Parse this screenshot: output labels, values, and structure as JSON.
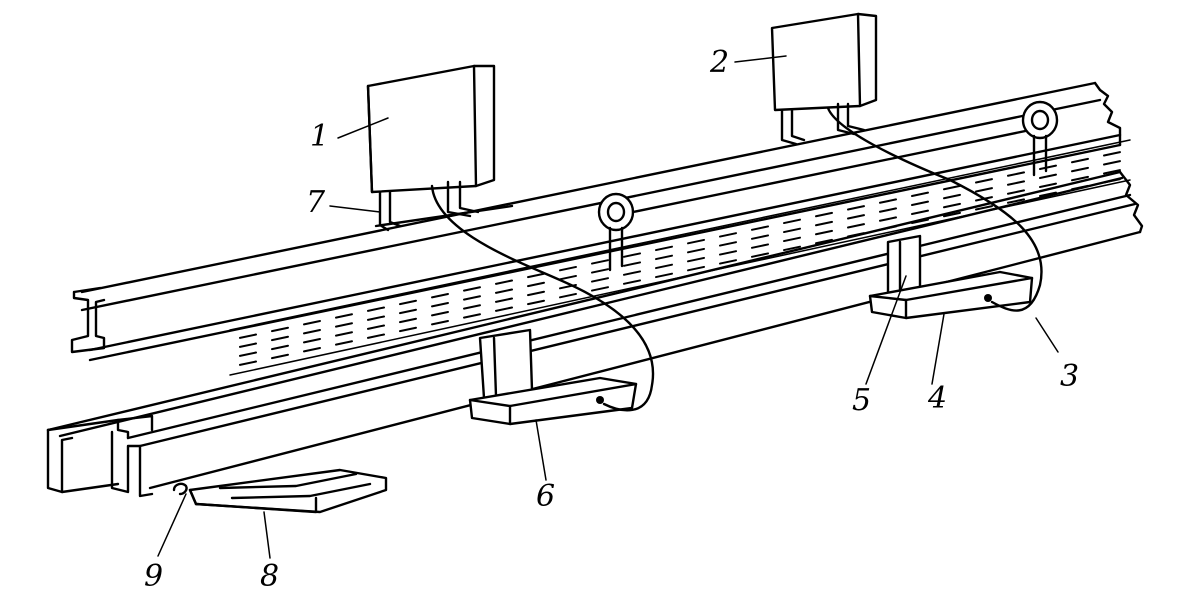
{
  "figure": {
    "callouts": [
      {
        "id": "c1",
        "label": "1"
      },
      {
        "id": "c2",
        "label": "2"
      },
      {
        "id": "c3",
        "label": "3"
      },
      {
        "id": "c4",
        "label": "4"
      },
      {
        "id": "c5",
        "label": "5"
      },
      {
        "id": "c6",
        "label": "6"
      },
      {
        "id": "c7",
        "label": "7"
      },
      {
        "id": "c8",
        "label": "8"
      },
      {
        "id": "c9",
        "label": "9"
      }
    ]
  }
}
